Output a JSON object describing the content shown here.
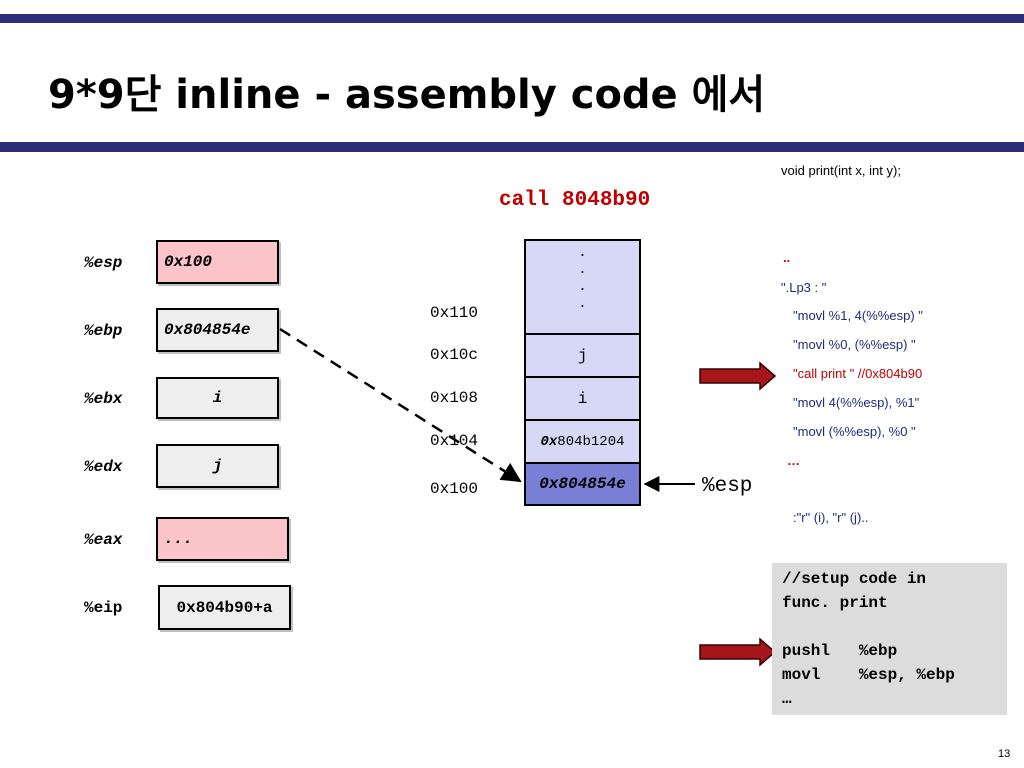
{
  "slide": {
    "title": "9*9단 inline - assembly code 에서",
    "page_number": "13",
    "call_label": "call 8048b90",
    "esp_pointer_label": "%esp"
  },
  "registers": [
    {
      "name": "%esp",
      "value": "0x100"
    },
    {
      "name": "%ebp",
      "value": "0x804854e"
    },
    {
      "name": "%ebx",
      "value": "i"
    },
    {
      "name": "%edx",
      "value": "j"
    },
    {
      "name": "%eax",
      "value": "..."
    },
    {
      "name": "%eip",
      "value": "0x804b90+a"
    }
  ],
  "stack": {
    "dots": ".\n.\n.\n.",
    "addresses": [
      "0x110",
      "0x10c",
      "0x108",
      "0x104",
      "0x100"
    ],
    "cells": [
      {
        "value": "j"
      },
      {
        "value": "i"
      },
      {
        "value_prefix": "0x",
        "value": "804b1204"
      },
      {
        "value": "0x804854e"
      }
    ]
  },
  "code_listing": {
    "signature": "void print(int x, int y);",
    "lines": [
      "..",
      "\".Lp3 : \"",
      "\"movl  %1, 4(%%esp) \"",
      "\"movl  %0, (%%esp) \"",
      "\"call  print \"  //0x804b90",
      "\"movl 4(%%esp), %1\"",
      "\"movl (%%esp), %0 \"",
      "…",
      ":\"r\" (i), \"r\" (j).."
    ]
  },
  "setup_code": {
    "text": "//setup code in\nfunc. print\n\npushl   %ebp\nmovl    %esp, %ebp\n…"
  },
  "colors": {
    "title_bar": "#2b2f7a",
    "call_label": "#c00000",
    "code_blue": "#1f2a7a",
    "code_red": "#c00000",
    "register_pink": "#fbc4c8",
    "stack_light": "#d6d8f5",
    "stack_highlight": "#7a7fd6",
    "arrow_red": "#a4161a"
  }
}
